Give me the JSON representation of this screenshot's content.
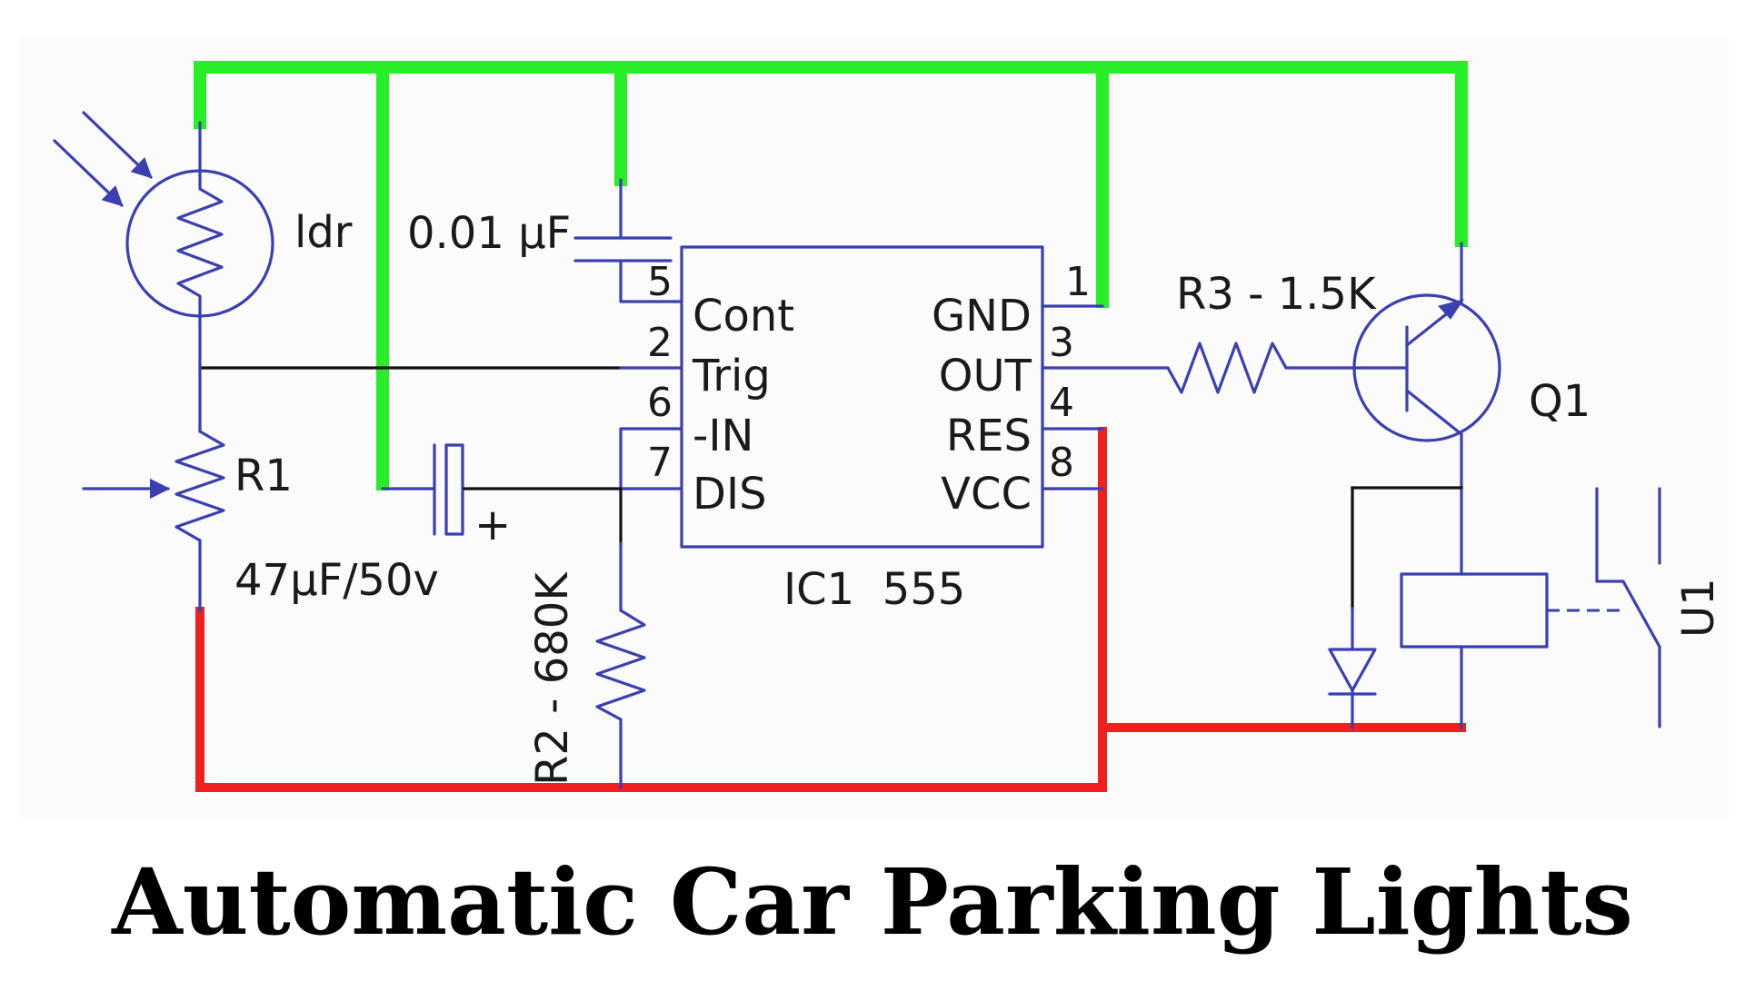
{
  "title": "Automatic Car Parking Lights",
  "components": {
    "ldr": "ldr",
    "capacitor_ctrl": "0.01 µF",
    "r1": "R1",
    "cap_electrolytic": "47µF/50v",
    "plus_sign": "+",
    "r2": "R2 - 680K",
    "r3": "R3 - 1.5K",
    "ic": "IC1  555",
    "q1": "Q1",
    "u1": "U1"
  },
  "ic_pins": {
    "left": [
      {
        "number": "5",
        "name": "Cont"
      },
      {
        "number": "2",
        "name": "Trig"
      },
      {
        "number": "6",
        "name": "-IN"
      },
      {
        "number": "7",
        "name": "DIS"
      }
    ],
    "right": [
      {
        "number": "1",
        "name": "GND"
      },
      {
        "number": "3",
        "name": "OUT"
      },
      {
        "number": "4",
        "name": "RES"
      },
      {
        "number": "8",
        "name": "VCC"
      }
    ]
  },
  "colors": {
    "ground_rail": "#27ee27",
    "supply_rail": "#f02020",
    "wire": "#3b3fb0",
    "signal_wire": "#111111"
  }
}
